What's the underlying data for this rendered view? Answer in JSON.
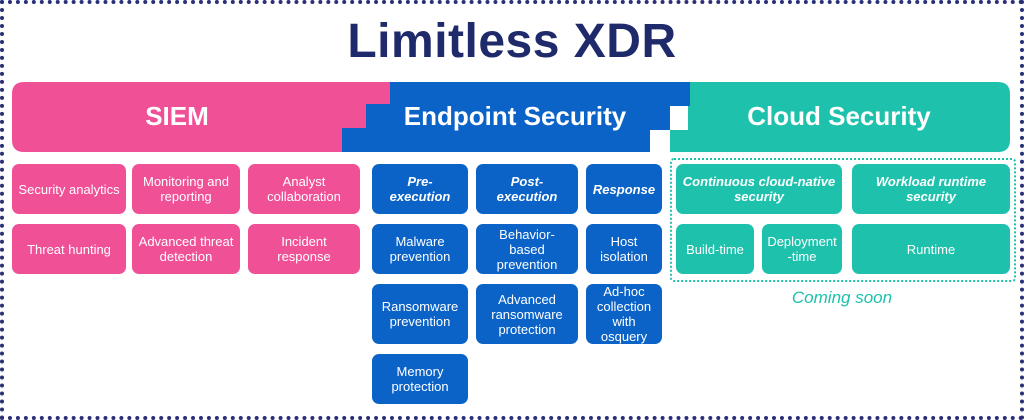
{
  "title": "Limitless XDR",
  "colors": {
    "siem": "#ef5096",
    "endpoint": "#0b63c8",
    "cloud": "#1ec2ac",
    "title": "#1f2a6b"
  },
  "siem": {
    "label": "SIEM",
    "items": [
      "Security analytics",
      "Monitoring and reporting",
      "Analyst collaboration",
      "Threat hunting",
      "Advanced threat detection",
      "Incident response"
    ]
  },
  "endpoint": {
    "label": "Endpoint Security",
    "headers": [
      "Pre-execution",
      "Post-execution",
      "Response"
    ],
    "pre": [
      "Malware prevention",
      "Ransomware prevention",
      "Memory protection"
    ],
    "post": [
      "Behavior-based prevention",
      "Advanced ransomware protection"
    ],
    "response": [
      "Host isolation",
      "Ad-hoc collection with osquery"
    ]
  },
  "cloud": {
    "label": "Cloud Security",
    "headers": [
      "Continuous cloud-native security",
      "Workload runtime security"
    ],
    "items": [
      "Build-time",
      "Deployment -time",
      "Runtime"
    ],
    "note": "Coming soon"
  }
}
